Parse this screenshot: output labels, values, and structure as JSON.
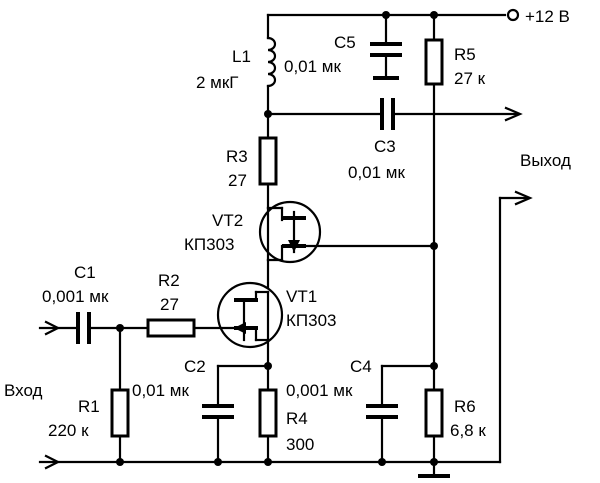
{
  "power_label": "+12 В",
  "input_label": "Вход",
  "output_label": "Выход",
  "components": {
    "L1": {
      "name": "L1",
      "value": "2 мкГ"
    },
    "C5": {
      "name": "C5",
      "value": "0,01 мк"
    },
    "R5": {
      "name": "R5",
      "value": "27 к"
    },
    "C3": {
      "name": "C3",
      "value": "0,01 мк"
    },
    "R3": {
      "name": "R3",
      "value": "27"
    },
    "VT2": {
      "name": "VT2",
      "value": "КП303"
    },
    "VT1": {
      "name": "VT1",
      "value": "КП303"
    },
    "C1": {
      "name": "C1",
      "value": "0,001 мк"
    },
    "R2": {
      "name": "R2",
      "value": "27"
    },
    "C2": {
      "name": "C2",
      "value": "0,01 мк"
    },
    "R1": {
      "name": "R1",
      "value": "220 к"
    },
    "R4": {
      "name": "R4",
      "value": "300"
    },
    "C4": {
      "name": "C4",
      "value": "0,001 мк"
    },
    "R6": {
      "name": "R6",
      "value": "6,8 к"
    }
  }
}
